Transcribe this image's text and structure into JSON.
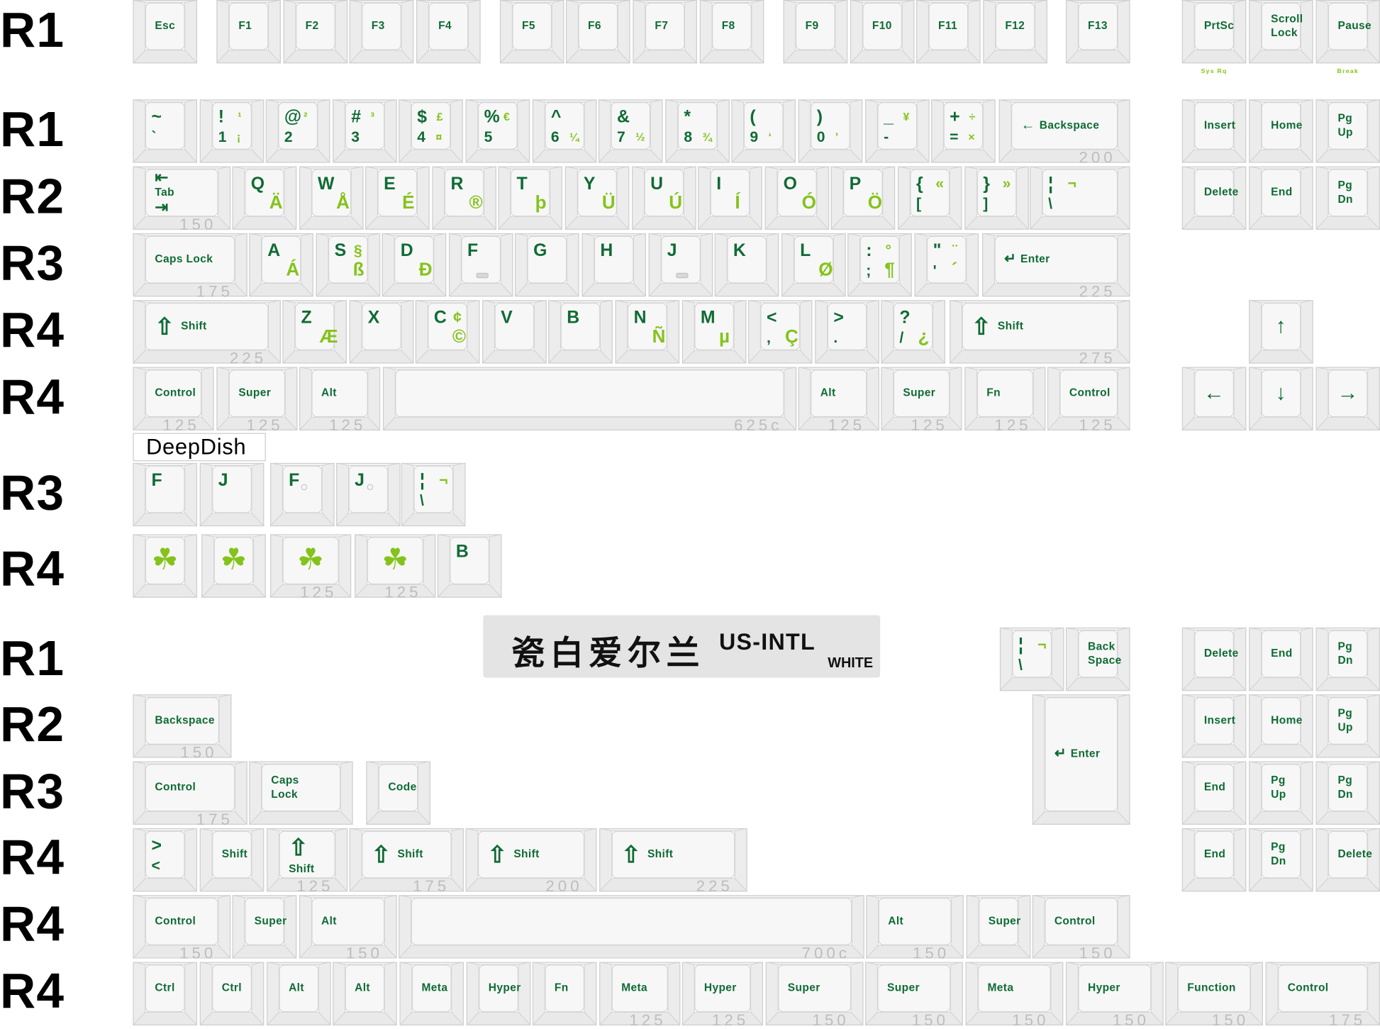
{
  "row_labels": [
    "R1",
    "R1",
    "R2",
    "R3",
    "R4",
    "R4",
    "R3",
    "R4",
    "R1",
    "R2",
    "R3",
    "R4",
    "R4",
    "R4"
  ],
  "deepdish_label": "DeepDish",
  "banner": {
    "chinese": "瓷白爱尔兰",
    "title": "US-INTL",
    "subtitle": "WHITE"
  },
  "colors": {
    "primary_legend": "#0f6b34",
    "secondary_legend": "#84c31a",
    "size_text": "#bdbdbd",
    "keycap": "#f0f0f0"
  },
  "groups": [
    {
      "name": "function-row",
      "keys": [
        {
          "label": "Esc"
        },
        {
          "label": "F1"
        },
        {
          "label": "F2"
        },
        {
          "label": "F3"
        },
        {
          "label": "F4"
        },
        {
          "label": "F5"
        },
        {
          "label": "F6"
        },
        {
          "label": "F7"
        },
        {
          "label": "F8"
        },
        {
          "label": "F9"
        },
        {
          "label": "F10"
        },
        {
          "label": "F11"
        },
        {
          "label": "F12"
        },
        {
          "label": "F13"
        },
        {
          "label": "PrtSc",
          "sub": "Sys Rq"
        },
        {
          "label": "Scroll\nLock"
        },
        {
          "label": "Pause",
          "sub": "Break"
        }
      ]
    },
    {
      "name": "number-row",
      "keys": [
        {
          "tl": "~",
          "bl": "`"
        },
        {
          "tl": "!",
          "bl": "1",
          "tr": "¹",
          "br": "¡"
        },
        {
          "tl": "@",
          "bl": "2",
          "tr": "²"
        },
        {
          "tl": "#",
          "bl": "3",
          "tr": "³"
        },
        {
          "tl": "$",
          "bl": "4",
          "tr": "£",
          "br": "¤"
        },
        {
          "tl": "%",
          "bl": "5",
          "tr": "€"
        },
        {
          "tl": "^",
          "bl": "6",
          "br": "¼"
        },
        {
          "tl": "&",
          "bl": "7",
          "br": "½"
        },
        {
          "tl": "*",
          "bl": "8",
          "br": "¾"
        },
        {
          "tl": "(",
          "bl": "9",
          "br": "‘"
        },
        {
          "tl": ")",
          "bl": "0",
          "br": "’"
        },
        {
          "tl": "_",
          "bl": "-",
          "tr": "¥"
        },
        {
          "tl": "+",
          "bl": "=",
          "tr": "÷",
          "br": "×"
        },
        {
          "label": "Backspace",
          "icon": "backspace-arrow",
          "size": "200"
        },
        {
          "label": "Insert"
        },
        {
          "label": "Home"
        },
        {
          "label": "Pg Up"
        }
      ]
    },
    {
      "name": "tab-row",
      "keys": [
        {
          "label": "Tab",
          "icon": "tab-arrows",
          "size": "150"
        },
        {
          "tl": "Q",
          "br": "Ä"
        },
        {
          "tl": "W",
          "br": "Å"
        },
        {
          "tl": "E",
          "br": "É"
        },
        {
          "tl": "R",
          "br": "®"
        },
        {
          "tl": "T",
          "br": "þ"
        },
        {
          "tl": "Y",
          "br": "Ü"
        },
        {
          "tl": "U",
          "br": "Ú"
        },
        {
          "tl": "I",
          "br": "Í"
        },
        {
          "tl": "O",
          "br": "Ó"
        },
        {
          "tl": "P",
          "br": "Ö"
        },
        {
          "tl": "{",
          "bl": "[",
          "tr": "«"
        },
        {
          "tl": "}",
          "bl": "]",
          "tr": "»"
        },
        {
          "tl": "¦",
          "bl": "\\",
          "tr": "¬"
        },
        {
          "label": "Delete"
        },
        {
          "label": "End"
        },
        {
          "label": "Pg Dn"
        }
      ]
    },
    {
      "name": "caps-row",
      "keys": [
        {
          "label": "Caps Lock",
          "size": "175"
        },
        {
          "tl": "A",
          "br": "Á"
        },
        {
          "tl": "S",
          "tr": "§",
          "br": "ß"
        },
        {
          "tl": "D",
          "br": "Ð"
        },
        {
          "tl": "F"
        },
        {
          "tl": "G"
        },
        {
          "tl": "H"
        },
        {
          "tl": "J"
        },
        {
          "tl": "K"
        },
        {
          "tl": "L",
          "br": "Ø"
        },
        {
          "tl": ":",
          "bl": ";",
          "tr": "°",
          "br": "¶"
        },
        {
          "tl": "\"",
          "bl": "'",
          "tr": "¨",
          "br": "´"
        },
        {
          "label": "Enter",
          "icon": "enter-arrow",
          "size": "225"
        }
      ]
    },
    {
      "name": "shift-row",
      "keys": [
        {
          "label": "Shift",
          "icon": "shift-arrow",
          "size": "225"
        },
        {
          "tl": "Z",
          "br": "Æ"
        },
        {
          "tl": "X"
        },
        {
          "tl": "C",
          "tr": "¢",
          "br": "©"
        },
        {
          "tl": "V"
        },
        {
          "tl": "B"
        },
        {
          "tl": "N",
          "br": "Ñ"
        },
        {
          "tl": "M",
          "br": "µ"
        },
        {
          "tl": "<",
          "bl": ",",
          "br": "Ç"
        },
        {
          "tl": ">",
          "bl": "."
        },
        {
          "tl": "?",
          "bl": "/",
          "br": "¿"
        },
        {
          "label": "Shift",
          "icon": "shift-arrow",
          "size": "275"
        },
        {
          "icon": "arrow-up"
        }
      ]
    },
    {
      "name": "bottom-row",
      "keys": [
        {
          "label": "Control",
          "size": "125"
        },
        {
          "label": "Super",
          "size": "125"
        },
        {
          "label": "Alt",
          "size": "125"
        },
        {
          "size": "625c"
        },
        {
          "label": "Alt",
          "size": "125"
        },
        {
          "label": "Super",
          "size": "125"
        },
        {
          "label": "Fn",
          "size": "125"
        },
        {
          "label": "Control",
          "size": "125"
        },
        {
          "icon": "arrow-left"
        },
        {
          "icon": "arrow-down"
        },
        {
          "icon": "arrow-right"
        }
      ]
    },
    {
      "name": "deepdish-row",
      "keys": [
        {
          "tl": "F"
        },
        {
          "tl": "J"
        },
        {
          "tl": "F"
        },
        {
          "tl": "J"
        },
        {
          "tl": "¦",
          "bl": "\\",
          "tr": "¬"
        }
      ]
    },
    {
      "name": "shamrock-row",
      "keys": [
        {
          "icon": "shamrock"
        },
        {
          "icon": "shamrock"
        },
        {
          "icon": "shamrock",
          "size": "125"
        },
        {
          "icon": "shamrock",
          "size": "125"
        },
        {
          "tl": "B"
        }
      ]
    },
    {
      "name": "extra-r1",
      "keys": [
        {
          "tl": "¦",
          "bl": "\\",
          "tr": "¬"
        },
        {
          "label": "Back\nSpace"
        },
        {
          "label": "Delete"
        },
        {
          "label": "End"
        },
        {
          "label": "Pg Dn"
        }
      ]
    },
    {
      "name": "extra-r2",
      "keys": [
        {
          "label": "Backspace",
          "size": "150"
        },
        {
          "label": "Enter",
          "icon": "enter-arrow"
        },
        {
          "label": "Insert"
        },
        {
          "label": "Home"
        },
        {
          "label": "Pg Up"
        }
      ]
    },
    {
      "name": "extra-r3",
      "keys": [
        {
          "label": "Control",
          "size": "175"
        },
        {
          "label": "Caps\nLock"
        },
        {
          "label": "Code"
        },
        {
          "label": "End"
        },
        {
          "label": "Pg Up"
        },
        {
          "label": "Pg Dn"
        }
      ]
    },
    {
      "name": "extra-r4-shifts",
      "keys": [
        {
          "tl": ">",
          "bl": "<"
        },
        {
          "label": "Shift"
        },
        {
          "label": "Shift",
          "icon": "shift-arrow",
          "size": "125"
        },
        {
          "label": "Shift",
          "icon": "shift-arrow",
          "size": "175"
        },
        {
          "label": "Shift",
          "icon": "shift-arrow",
          "size": "200"
        },
        {
          "label": "Shift",
          "icon": "shift-arrow",
          "size": "225"
        },
        {
          "label": "End"
        },
        {
          "label": "Pg Dn"
        },
        {
          "label": "Delete"
        }
      ]
    },
    {
      "name": "extra-r4-modifiers",
      "keys": [
        {
          "label": "Control",
          "size": "150"
        },
        {
          "label": "Super"
        },
        {
          "label": "Alt",
          "size": "150"
        },
        {
          "size": "700c"
        },
        {
          "label": "Alt",
          "size": "150"
        },
        {
          "label": "Super"
        },
        {
          "label": "Control",
          "size": "150"
        }
      ]
    },
    {
      "name": "extra-r4-mods-small",
      "keys": [
        {
          "label": "Ctrl"
        },
        {
          "label": "Ctrl"
        },
        {
          "label": "Alt"
        },
        {
          "label": "Alt"
        },
        {
          "label": "Meta"
        },
        {
          "label": "Hyper"
        },
        {
          "label": "Fn"
        },
        {
          "label": "Meta",
          "size": "125"
        },
        {
          "label": "Hyper",
          "size": "125"
        },
        {
          "label": "Super",
          "size": "150"
        },
        {
          "label": "Super",
          "size": "150"
        },
        {
          "label": "Meta",
          "size": "150"
        },
        {
          "label": "Hyper",
          "size": "150"
        },
        {
          "label": "Function",
          "size": "150"
        },
        {
          "label": "Control",
          "size": "175"
        }
      ]
    }
  ]
}
